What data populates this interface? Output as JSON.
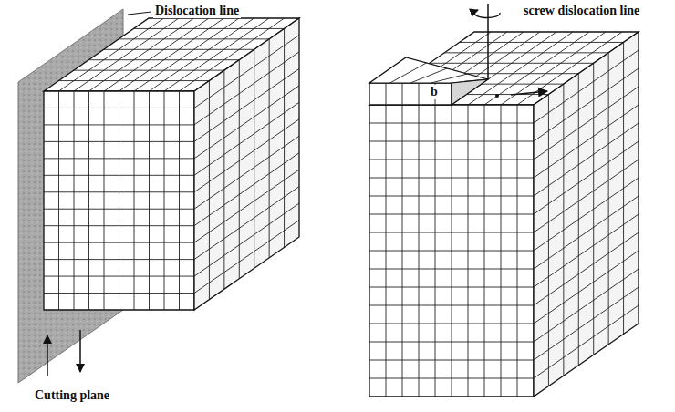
{
  "diagram": {
    "labels": [
      "Dislocation line",
      "screw dislocation line",
      "Cutting plane",
      "b"
    ]
  }
}
